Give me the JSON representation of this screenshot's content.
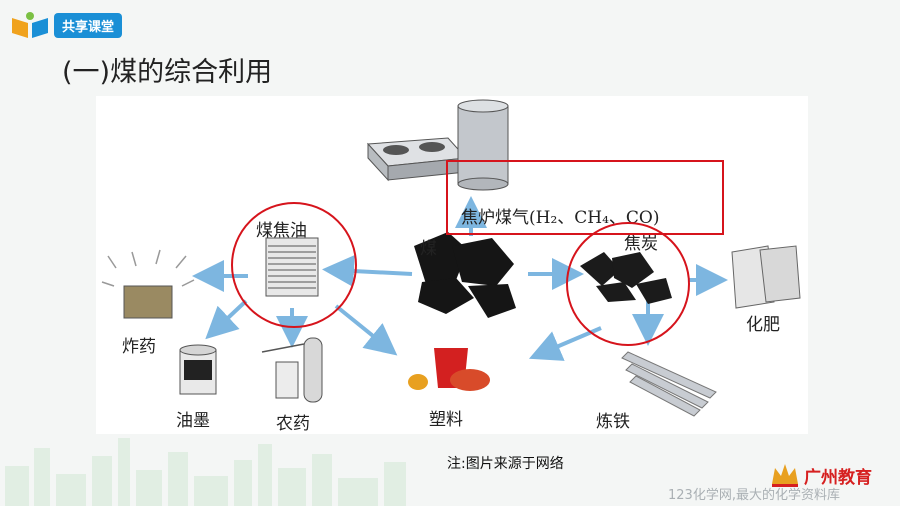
{
  "header": {
    "badge": "共享课堂"
  },
  "title": "(一)煤的综合利用",
  "figure": {
    "coal": "煤",
    "coal_tar": "煤焦油",
    "coke_gas": "焦炉煤气(H₂、CH₄、CO)",
    "coke": "焦炭",
    "explosive": "炸药",
    "ink": "油墨",
    "pesticide": "农药",
    "plastic": "塑料",
    "fertilizer": "化肥",
    "ironmaking": "炼铁"
  },
  "note": "注:图片来源于网络",
  "brand": "广州教育",
  "watermark": "123化学网,最大的化学资料库",
  "colors": {
    "highlight": "#d6141c",
    "arrow": "#7db6e0",
    "badge": "#1a8fd6",
    "brand": "#d62020"
  }
}
